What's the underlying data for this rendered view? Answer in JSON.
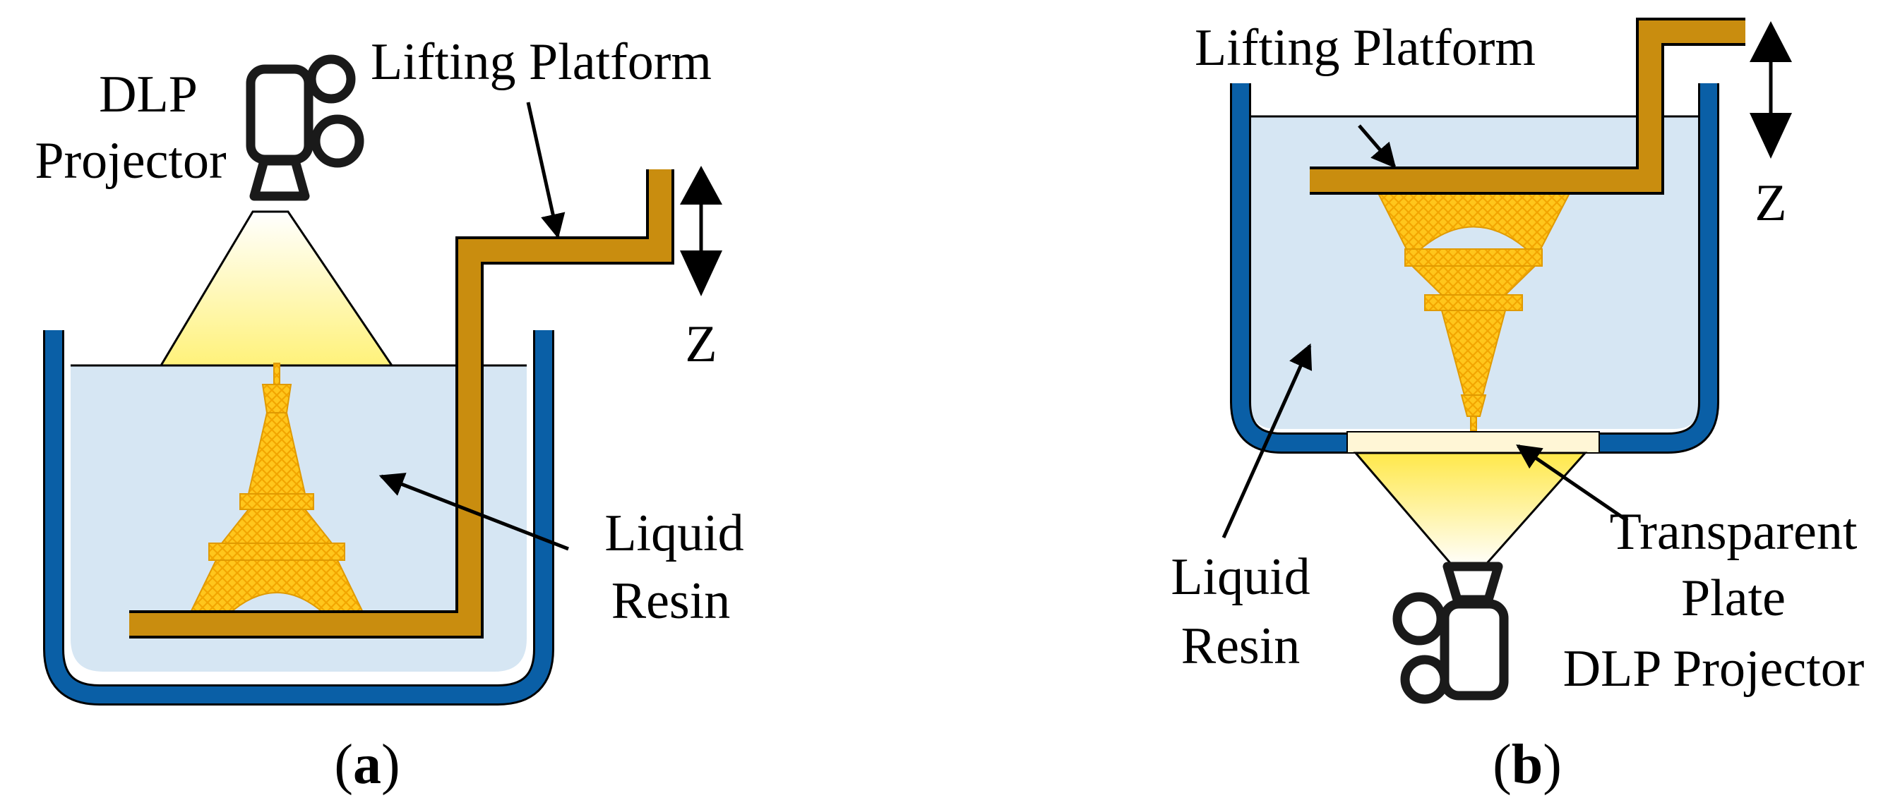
{
  "colors": {
    "vat_wall": "#0a5fa6",
    "resin": "#d6e6f3",
    "platform": "#c98d0f",
    "model": "#ffc61c",
    "model_lattice": "#f2a500",
    "beam": "#fff27a",
    "plate": "#fff6d6",
    "projector": "#1a1a1a"
  },
  "panel_a": {
    "caption_letter": "a",
    "projector_label_line1": "DLP",
    "projector_label_line2": "Projector",
    "platform_label": "Lifting Platform",
    "resin_label_line1": "Liquid",
    "resin_label_line2": "Resin",
    "axis_label": "Z"
  },
  "panel_b": {
    "caption_letter": "b",
    "platform_label": "Lifting Platform",
    "resin_label_line1": "Liquid",
    "resin_label_line2": "Resin",
    "plate_label_line1": "Transparent",
    "plate_label_line2": "Plate",
    "projector_label": "DLP Projector",
    "axis_label": "Z"
  }
}
